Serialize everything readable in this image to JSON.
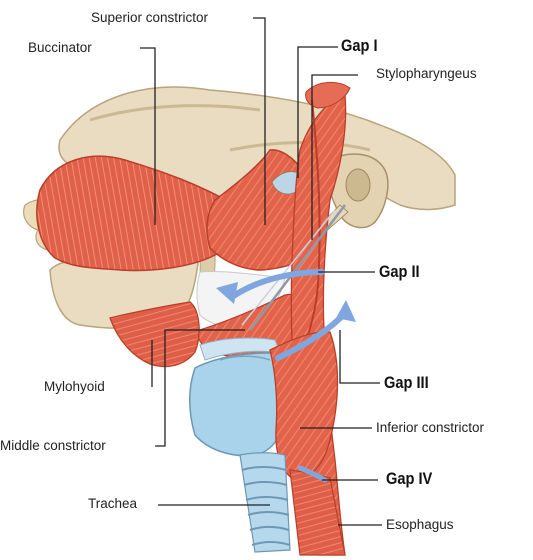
{
  "labels": {
    "superior_constrictor": "Superior constrictor",
    "buccinator": "Buccinator",
    "stylopharyngeus": "Stylopharyngeus",
    "mylohyoid": "Mylohyoid",
    "middle_constrictor": "Middle constrictor",
    "inferior_constrictor": "Inferior constrictor",
    "trachea": "Trachea",
    "esophagus": "Esophagus"
  },
  "gaps": {
    "gap_1": "Gap I",
    "gap_2": "Gap II",
    "gap_3": "Gap III",
    "gap_4": "Gap IV"
  },
  "colors": {
    "muscle": "#e2634a",
    "muscle_dark": "#c8442e",
    "bone": "#e9dcc0",
    "bone_shadow": "#cbb994",
    "cartilage": "#a9d3ea",
    "arrow": "#7fa6df",
    "line": "#222222"
  }
}
